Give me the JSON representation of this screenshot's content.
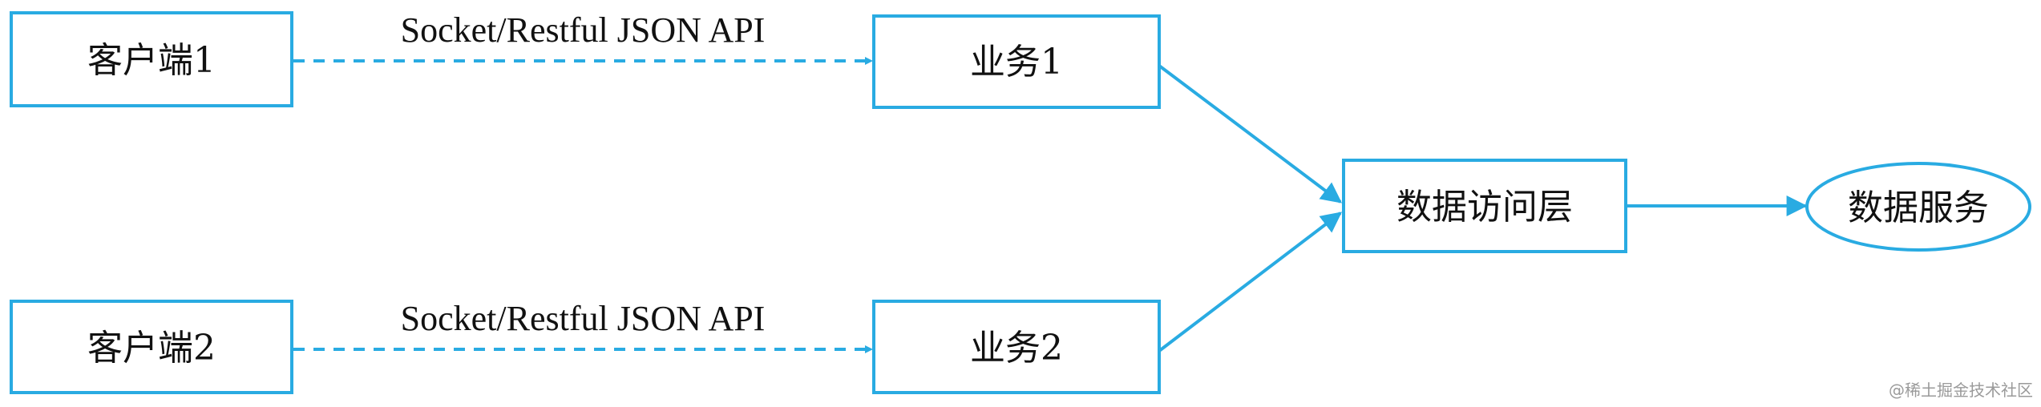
{
  "diagram": {
    "nodes": {
      "client1": "客户端1",
      "client2": "客户端2",
      "service1": "业务1",
      "service2": "业务2",
      "data_access": "数据访问层",
      "data_service": "数据服务"
    },
    "edges": {
      "client1_to_service1": "Socket/Restful JSON API",
      "client2_to_service2": "Socket/Restful JSON API"
    }
  },
  "colors": {
    "stroke": "#29abe2",
    "text": "#111111"
  },
  "watermark": "@稀土掘金技术社区"
}
